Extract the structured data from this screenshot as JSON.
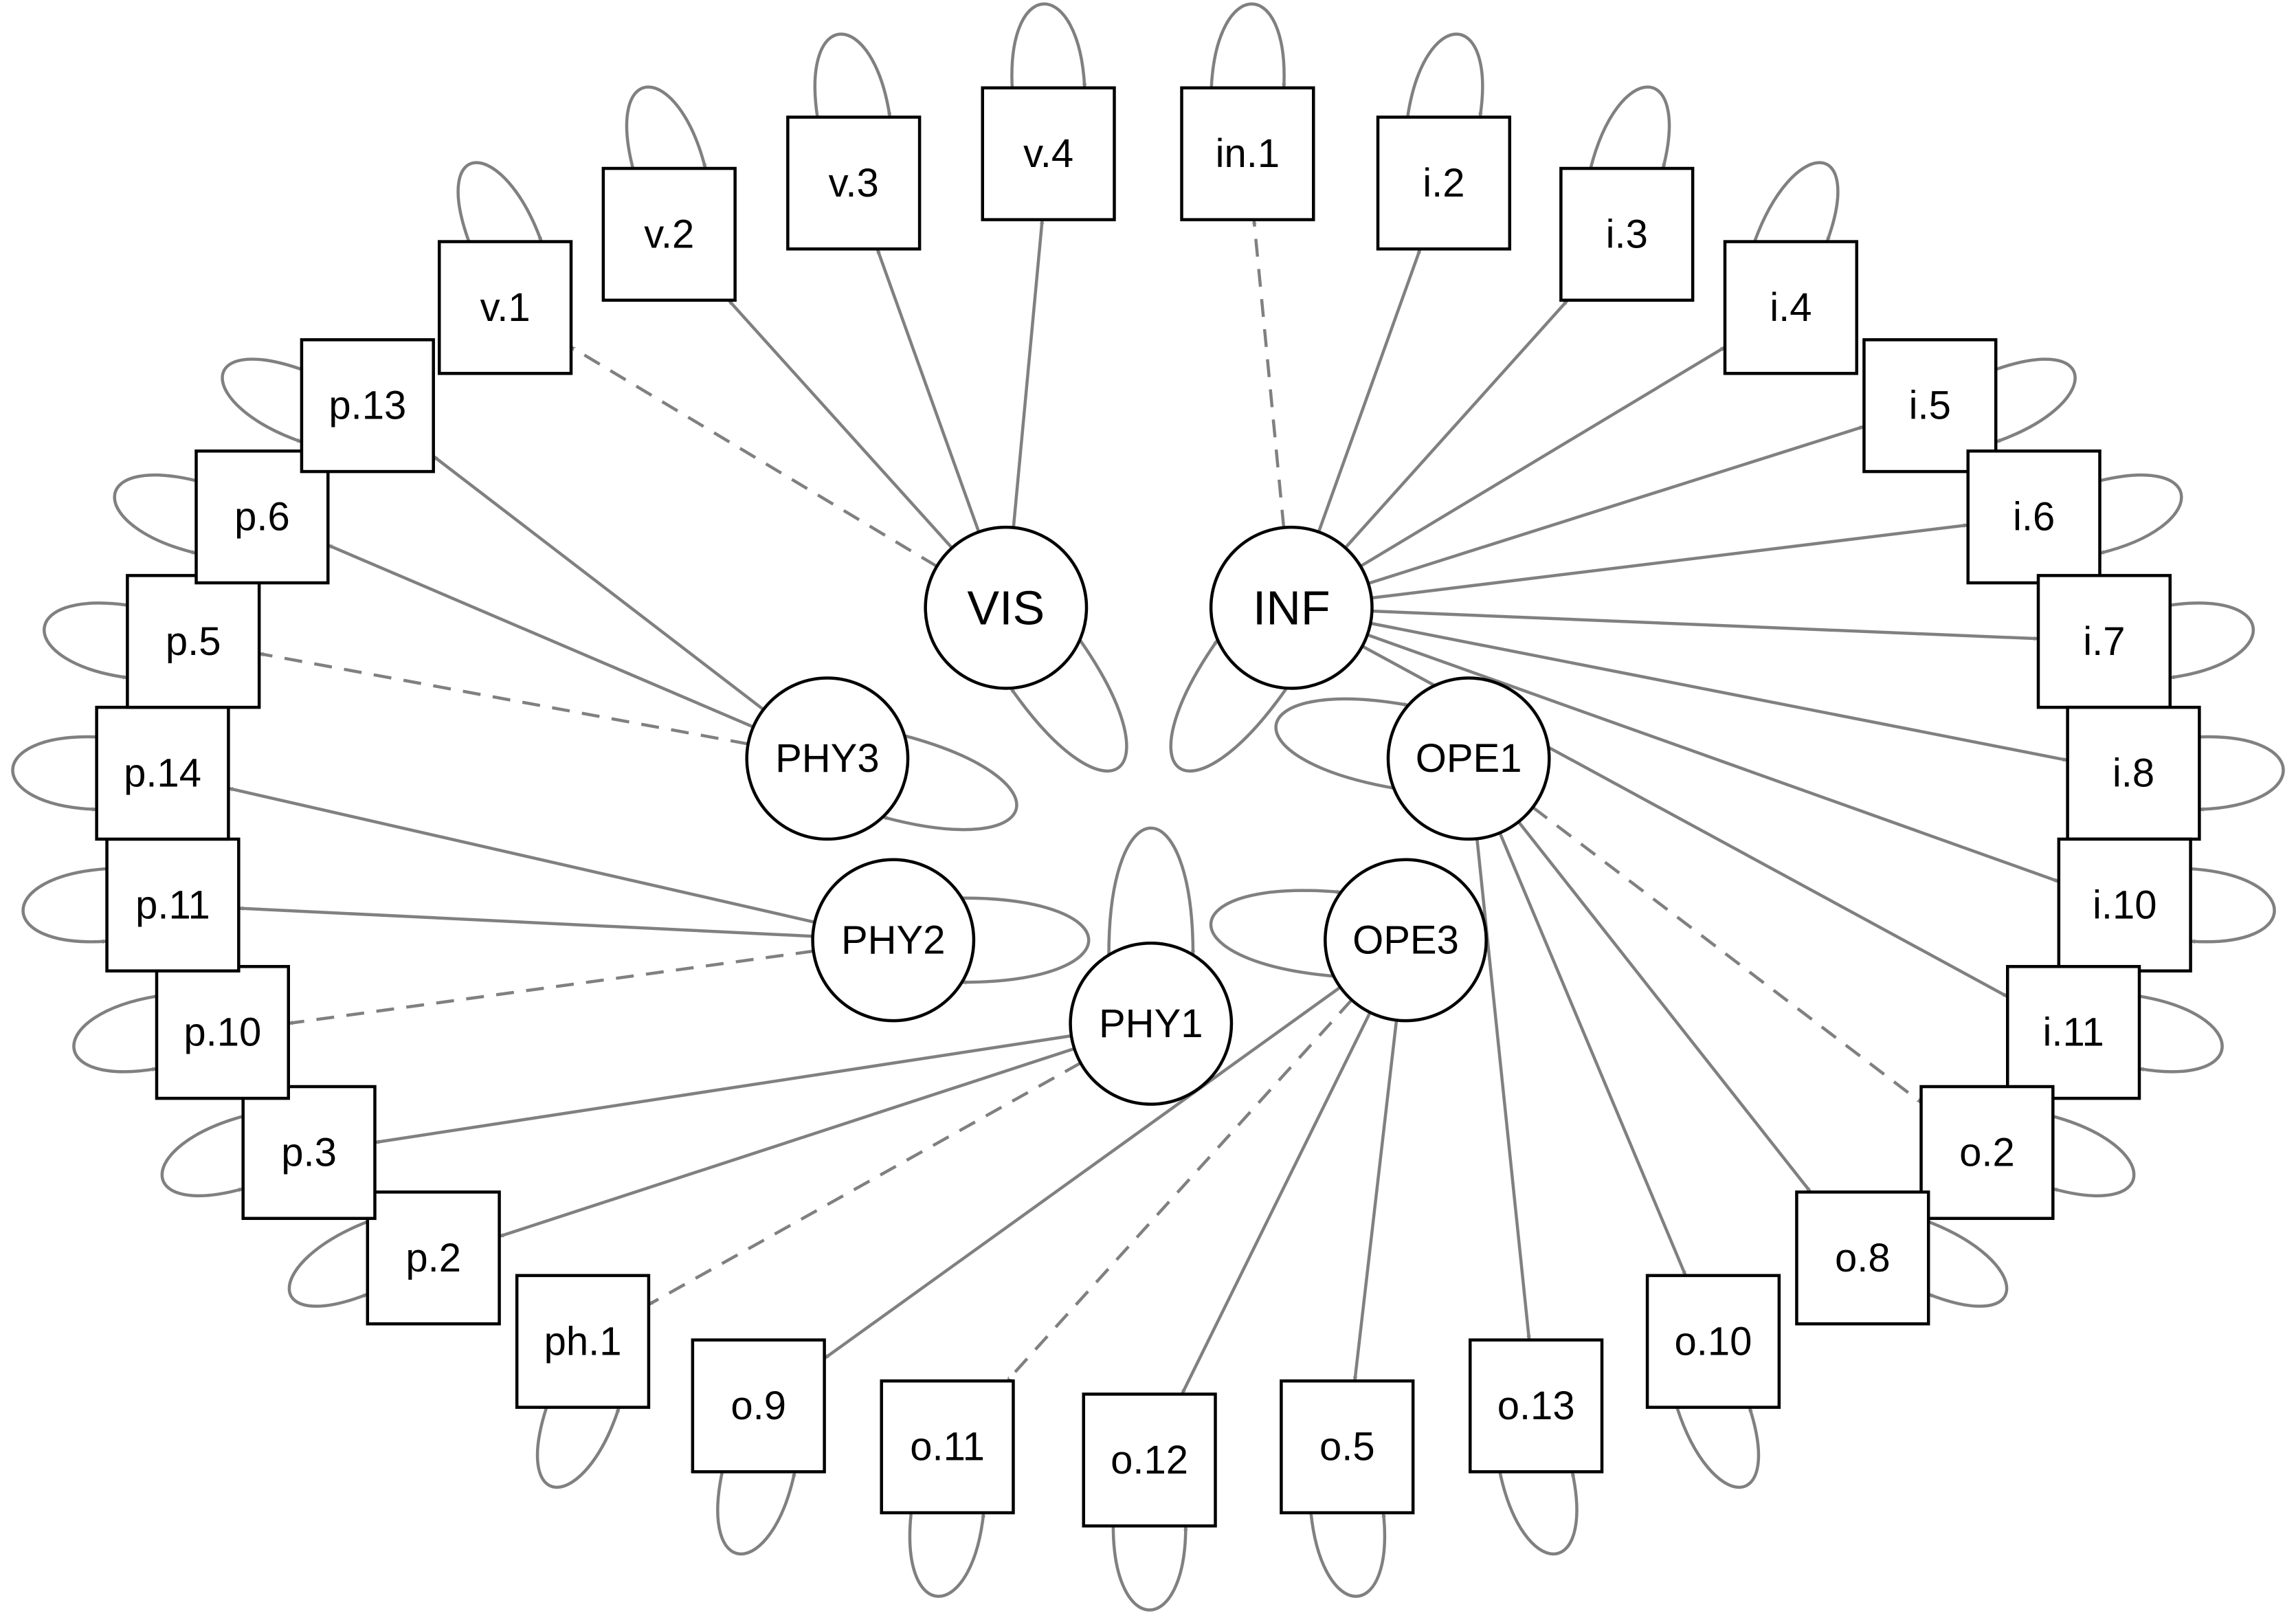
{
  "colors": {
    "edge": "#808080",
    "outline": "#000000",
    "background": "#ffffff"
  },
  "latents": [
    {
      "id": "VIS",
      "label": "VIS"
    },
    {
      "id": "INF",
      "label": "INF"
    },
    {
      "id": "PHY3",
      "label": "PHY3"
    },
    {
      "id": "PHY2",
      "label": "PHY2"
    },
    {
      "id": "PHY1",
      "label": "PHY1"
    },
    {
      "id": "OPE1",
      "label": "OPE1"
    },
    {
      "id": "OPE3",
      "label": "OPE3"
    }
  ],
  "indicators": [
    {
      "id": "v.1",
      "label": "v.1"
    },
    {
      "id": "v.2",
      "label": "v.2"
    },
    {
      "id": "v.3",
      "label": "v.3"
    },
    {
      "id": "v.4",
      "label": "v.4"
    },
    {
      "id": "in.1",
      "label": "in.1"
    },
    {
      "id": "i.2",
      "label": "i.2"
    },
    {
      "id": "i.3",
      "label": "i.3"
    },
    {
      "id": "i.4",
      "label": "i.4"
    },
    {
      "id": "i.5",
      "label": "i.5"
    },
    {
      "id": "i.6",
      "label": "i.6"
    },
    {
      "id": "i.7",
      "label": "i.7"
    },
    {
      "id": "i.8",
      "label": "i.8"
    },
    {
      "id": "i.10",
      "label": "i.10"
    },
    {
      "id": "i.11",
      "label": "i.11"
    },
    {
      "id": "o.2",
      "label": "o.2"
    },
    {
      "id": "o.8",
      "label": "o.8"
    },
    {
      "id": "o.10",
      "label": "o.10"
    },
    {
      "id": "o.13",
      "label": "o.13"
    },
    {
      "id": "o.5",
      "label": "o.5"
    },
    {
      "id": "o.12",
      "label": "o.12"
    },
    {
      "id": "o.11",
      "label": "o.11"
    },
    {
      "id": "o.9",
      "label": "o.9"
    },
    {
      "id": "ph.1",
      "label": "ph.1"
    },
    {
      "id": "p.2",
      "label": "p.2"
    },
    {
      "id": "p.3",
      "label": "p.3"
    },
    {
      "id": "p.10",
      "label": "p.10"
    },
    {
      "id": "p.11",
      "label": "p.11"
    },
    {
      "id": "p.14",
      "label": "p.14"
    },
    {
      "id": "p.5",
      "label": "p.5"
    },
    {
      "id": "p.6",
      "label": "p.6"
    },
    {
      "id": "p.13",
      "label": "p.13"
    }
  ],
  "loadings": [
    {
      "from": "VIS",
      "to": "v.1",
      "style": "dashed"
    },
    {
      "from": "VIS",
      "to": "v.2",
      "style": "solid"
    },
    {
      "from": "VIS",
      "to": "v.3",
      "style": "solid"
    },
    {
      "from": "VIS",
      "to": "v.4",
      "style": "solid"
    },
    {
      "from": "INF",
      "to": "in.1",
      "style": "dashed"
    },
    {
      "from": "INF",
      "to": "i.2",
      "style": "solid"
    },
    {
      "from": "INF",
      "to": "i.3",
      "style": "solid"
    },
    {
      "from": "INF",
      "to": "i.4",
      "style": "solid"
    },
    {
      "from": "INF",
      "to": "i.5",
      "style": "solid"
    },
    {
      "from": "INF",
      "to": "i.6",
      "style": "solid"
    },
    {
      "from": "INF",
      "to": "i.7",
      "style": "solid"
    },
    {
      "from": "INF",
      "to": "i.8",
      "style": "solid"
    },
    {
      "from": "INF",
      "to": "i.10",
      "style": "solid"
    },
    {
      "from": "INF",
      "to": "i.11",
      "style": "solid"
    },
    {
      "from": "OPE1",
      "to": "o.2",
      "style": "dashed"
    },
    {
      "from": "OPE1",
      "to": "o.8",
      "style": "solid"
    },
    {
      "from": "OPE1",
      "to": "o.10",
      "style": "solid"
    },
    {
      "from": "OPE1",
      "to": "o.13",
      "style": "solid"
    },
    {
      "from": "OPE3",
      "to": "o.5",
      "style": "solid"
    },
    {
      "from": "OPE3",
      "to": "o.12",
      "style": "solid"
    },
    {
      "from": "OPE3",
      "to": "o.11",
      "style": "dashed"
    },
    {
      "from": "OPE3",
      "to": "o.9",
      "style": "solid"
    },
    {
      "from": "PHY1",
      "to": "ph.1",
      "style": "dashed"
    },
    {
      "from": "PHY1",
      "to": "p.2",
      "style": "solid"
    },
    {
      "from": "PHY1",
      "to": "p.3",
      "style": "solid"
    },
    {
      "from": "PHY2",
      "to": "p.10",
      "style": "dashed"
    },
    {
      "from": "PHY2",
      "to": "p.11",
      "style": "solid"
    },
    {
      "from": "PHY2",
      "to": "p.14",
      "style": "solid"
    },
    {
      "from": "PHY3",
      "to": "p.5",
      "style": "dashed"
    },
    {
      "from": "PHY3",
      "to": "p.6",
      "style": "solid"
    },
    {
      "from": "PHY3",
      "to": "p.13",
      "style": "solid"
    }
  ]
}
